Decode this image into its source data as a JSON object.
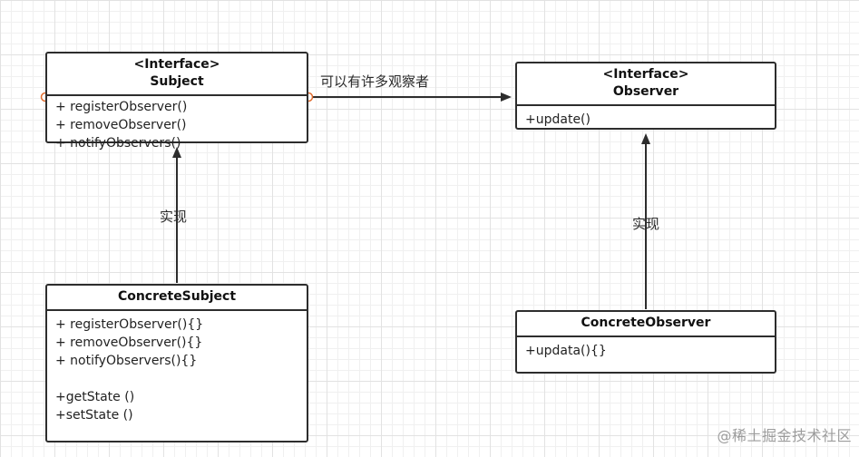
{
  "boxes": {
    "subject": {
      "stereotype": "<Interface>",
      "title": "Subject",
      "methods": [
        "+ registerObserver()",
        "+ removeObserver()",
        "+ notifyObservers()"
      ]
    },
    "observer": {
      "stereotype": "<Interface>",
      "title": "Observer",
      "methods": [
        "+update()"
      ]
    },
    "concrete_subject": {
      "title": "ConcreteSubject",
      "methods": [
        "+ registerObserver(){}",
        "+ removeObserver(){}",
        "+ notifyObservers(){}",
        "",
        "+getState ()",
        "+setState ()"
      ]
    },
    "concrete_observer": {
      "title": "ConcreteObserver",
      "methods": [
        "+updata(){}"
      ]
    }
  },
  "edges": {
    "has_many": {
      "label": "可以有许多观察者"
    },
    "implements_left": {
      "label": "实现"
    },
    "implements_right": {
      "label": "实现"
    }
  },
  "watermark": "@稀土掘金技术社区",
  "colors": {
    "box_border": "#2d2d2d",
    "arrow": "#2d2d2d",
    "connection_point": "#e06c2f",
    "grid_minor": "#f0f0f0",
    "grid_major": "#e2e2e2",
    "watermark": "#9c9c9c"
  }
}
